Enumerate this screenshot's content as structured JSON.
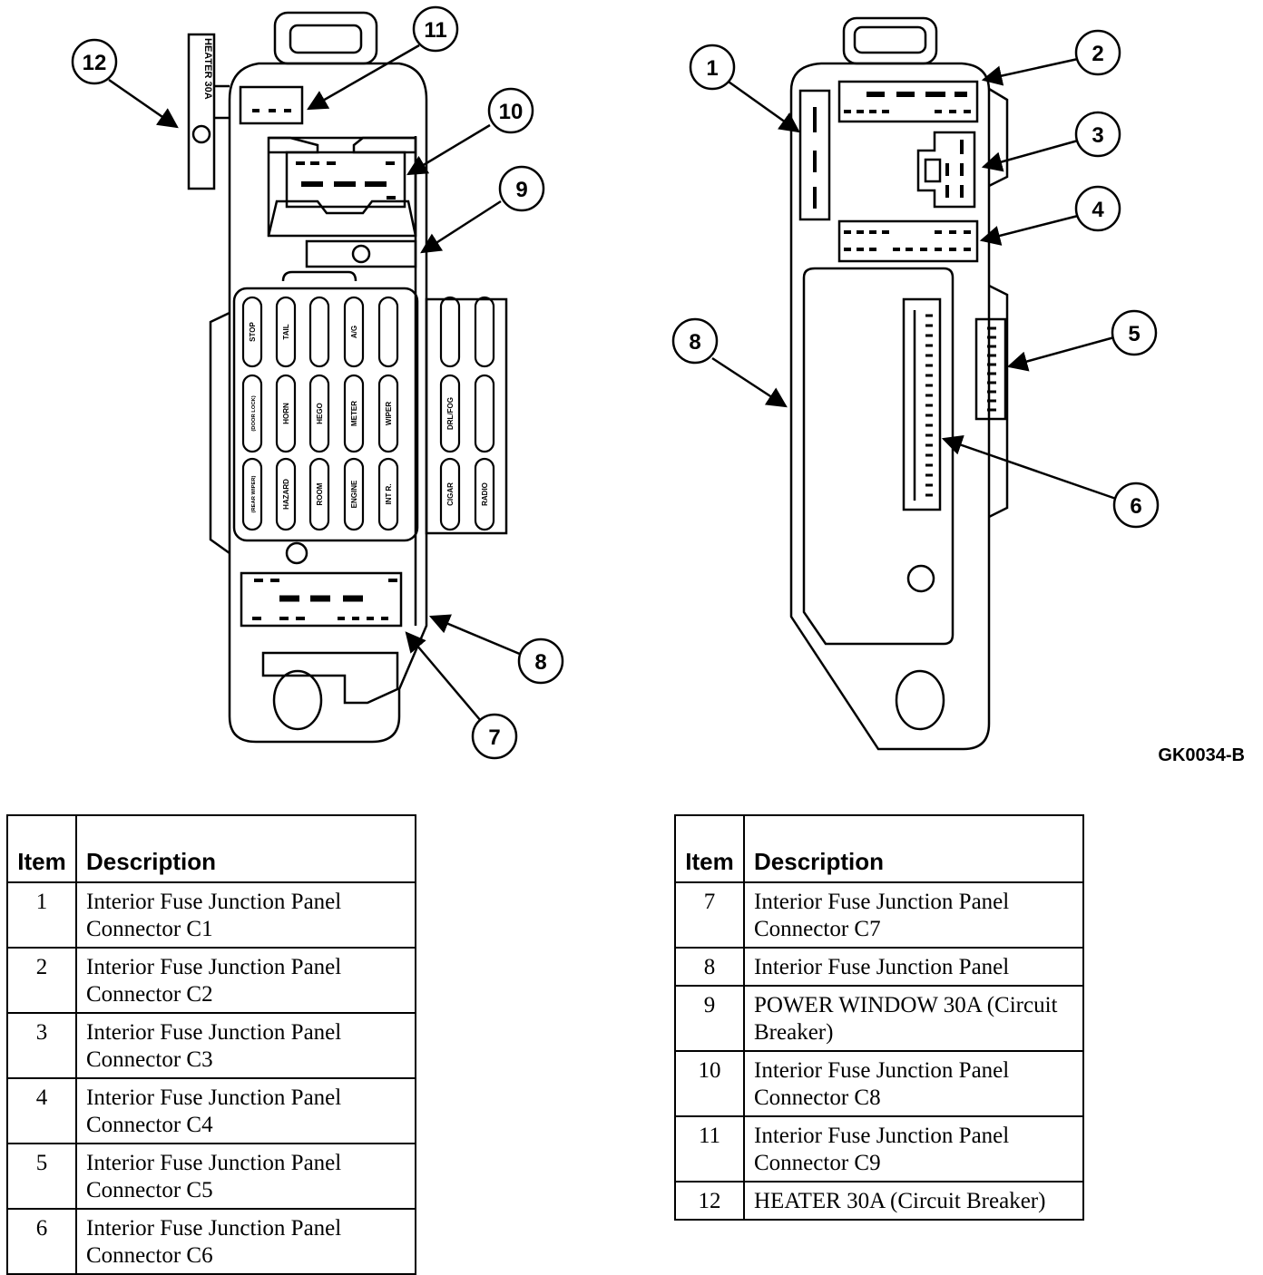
{
  "figure_code": "GK0034-B",
  "callouts": [
    "1",
    "2",
    "3",
    "4",
    "5",
    "6",
    "7",
    "8",
    "9",
    "10",
    "11",
    "12"
  ],
  "component_labels": {
    "heater_breaker": "HEATER 30A",
    "fuses_col1": [
      "STOP",
      "(DOOR LOCK)",
      "(REAR WIPER)"
    ],
    "fuses_col2": [
      "TAIL",
      "HORN",
      "HAZARD"
    ],
    "fuses_col3": [
      "",
      "HEGO",
      "ROOM"
    ],
    "fuses_col4": [
      "A/G",
      "METER",
      "ENGINE"
    ],
    "fuses_col5": [
      "",
      "WIPER",
      "INT R."
    ],
    "fuses_side1": [
      "",
      "DRL/FOG",
      "CIGAR"
    ],
    "fuses_side2": [
      "",
      "",
      "RADIO"
    ]
  },
  "table_headers": {
    "item": "Item",
    "description": "Description"
  },
  "table_left": [
    {
      "item": "1",
      "description": "Interior Fuse Junction Panel Connector C1"
    },
    {
      "item": "2",
      "description": "Interior Fuse Junction Panel Connector C2"
    },
    {
      "item": "3",
      "description": "Interior Fuse Junction Panel Connector C3"
    },
    {
      "item": "4",
      "description": "Interior Fuse Junction Panel Connector C4"
    },
    {
      "item": "5",
      "description": "Interior Fuse Junction Panel Connector C5"
    },
    {
      "item": "6",
      "description": "Interior Fuse Junction Panel Connector C6"
    }
  ],
  "table_right": [
    {
      "item": "7",
      "description": "Interior Fuse Junction Panel Connector C7"
    },
    {
      "item": "8",
      "description": "Interior Fuse Junction Panel"
    },
    {
      "item": "9",
      "description": "POWER WINDOW 30A (Circuit Breaker)"
    },
    {
      "item": "10",
      "description": "Interior Fuse Junction Panel Connector C8"
    },
    {
      "item": "11",
      "description": "Interior Fuse Junction Panel Connector C9"
    },
    {
      "item": "12",
      "description": "HEATER 30A (Circuit Breaker)"
    }
  ]
}
